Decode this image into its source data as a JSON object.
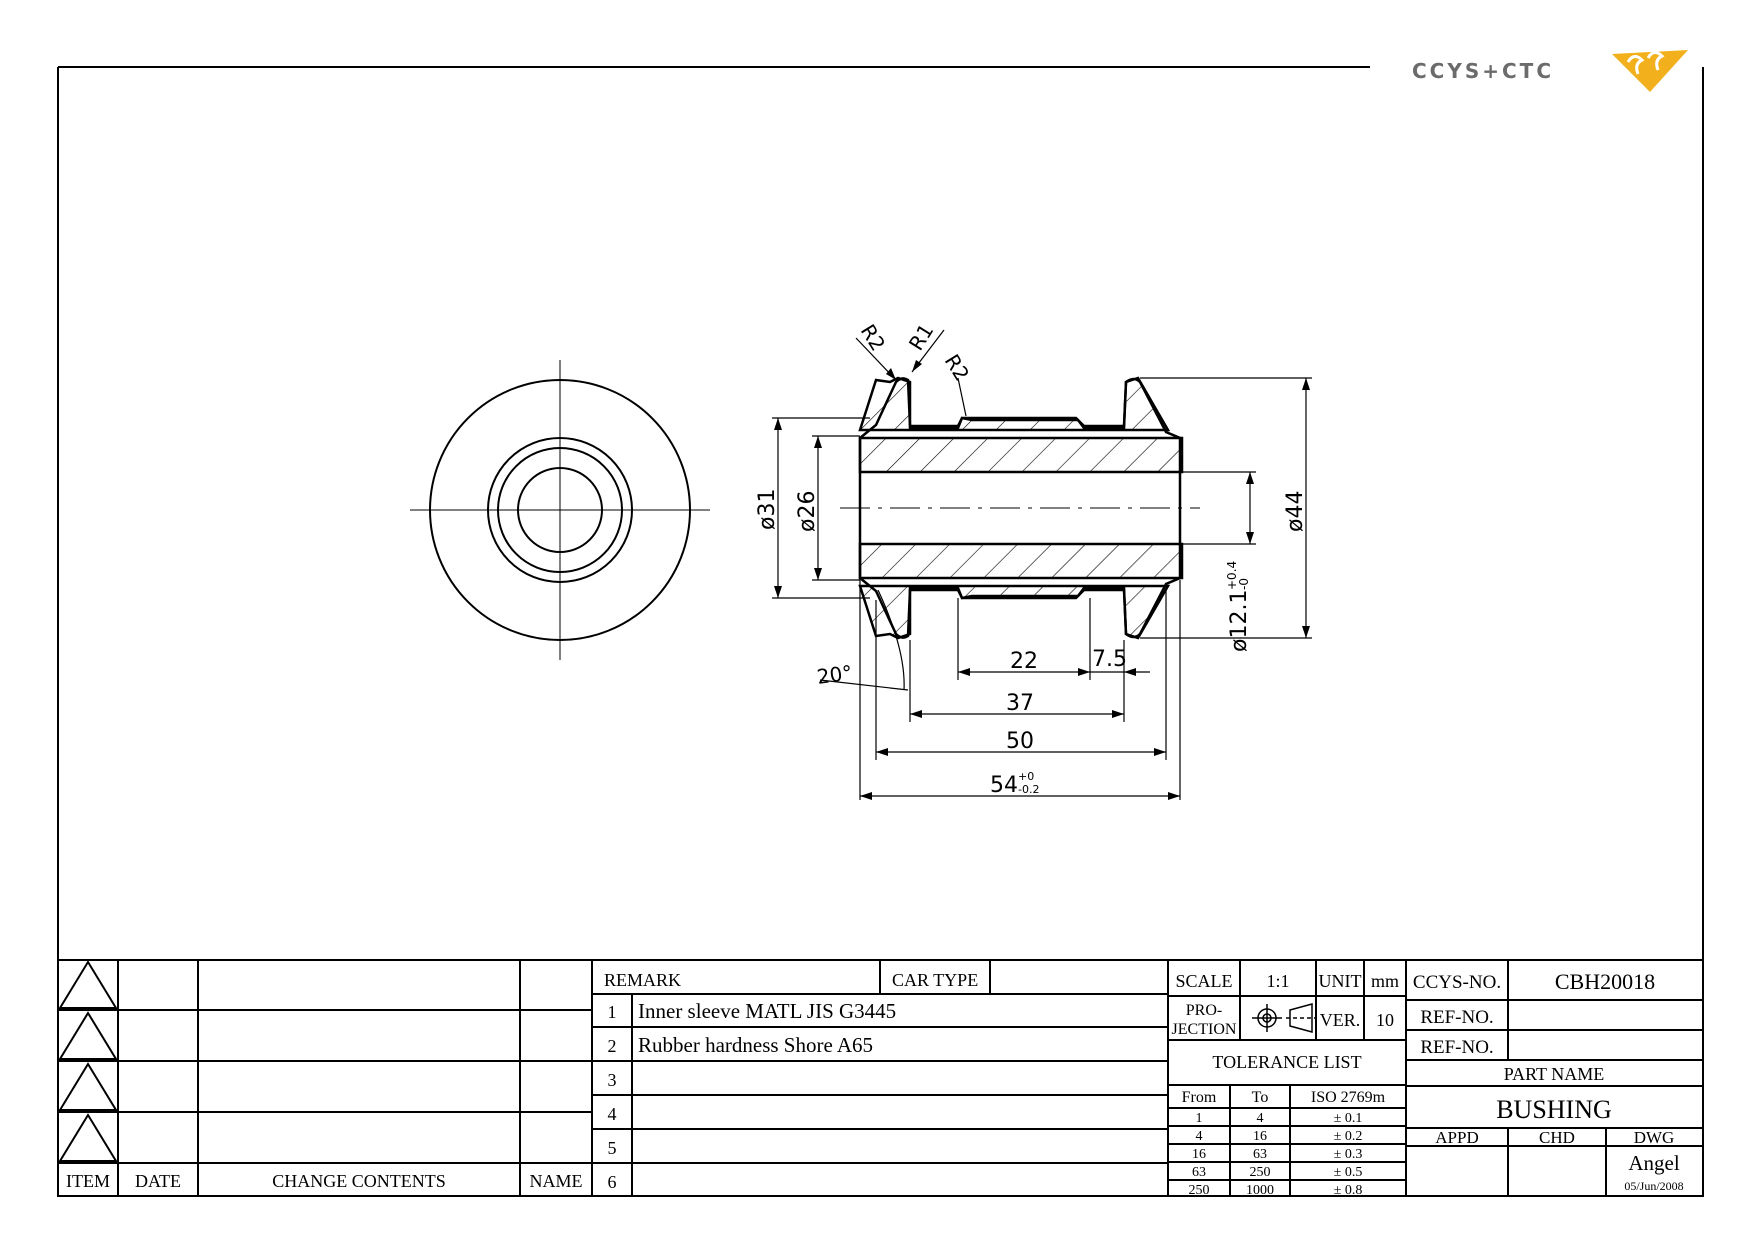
{
  "logo": {
    "text": "CCYS+CTC"
  },
  "dimensions": {
    "r2_top": "R2",
    "r1": "R1",
    "r2_mid": "R2",
    "d31": "ø31",
    "d26": "ø26",
    "d44": "ø44",
    "d12": "ø12.1",
    "d12_tol_plus": "+0.4",
    "d12_tol_minus": "-0",
    "angle": "20°",
    "len22": "22",
    "len7_5": "7.5",
    "len37": "37",
    "len50": "50",
    "len54": "54",
    "len54_tol_plus": "+0",
    "len54_tol_minus": "-0.2"
  },
  "revision": {
    "headers": {
      "item": "ITEM",
      "date": "DATE",
      "change_contents": "CHANGE CONTENTS",
      "name": "NAME"
    }
  },
  "remarks": {
    "header": "REMARK",
    "car_type_label": "CAR TYPE",
    "car_type_value": "",
    "rows": [
      {
        "num": "1",
        "text": "Inner sleeve MATL JIS G3445"
      },
      {
        "num": "2",
        "text": "Rubber hardness Shore A65"
      },
      {
        "num": "3",
        "text": ""
      },
      {
        "num": "4",
        "text": ""
      },
      {
        "num": "5",
        "text": ""
      },
      {
        "num": "6",
        "text": ""
      }
    ]
  },
  "title_block": {
    "scale_label": "SCALE",
    "scale_value": "1:1",
    "unit_label": "UNIT",
    "unit_value": "mm",
    "projection_label_1": "PRO-",
    "projection_label_2": "JECTION",
    "ver_label": "VER.",
    "ver_value": "10",
    "tolerance_title": "TOLERANCE LIST",
    "tolerance_headers": {
      "from": "From",
      "to": "To",
      "std": "ISO 2769m"
    },
    "tolerance_rows": [
      {
        "from": "1",
        "to": "4",
        "tol": "± 0.1"
      },
      {
        "from": "4",
        "to": "16",
        "tol": "± 0.2"
      },
      {
        "from": "16",
        "to": "63",
        "tol": "± 0.3"
      },
      {
        "from": "63",
        "to": "250",
        "tol": "± 0.5"
      },
      {
        "from": "250",
        "to": "1000",
        "tol": "± 0.8"
      }
    ],
    "ccys_no_label": "CCYS-NO.",
    "ccys_no_value": "CBH20018",
    "ref_no_label_1": "REF-NO.",
    "ref_no_label_2": "REF-NO.",
    "part_name_label": "PART NAME",
    "part_name_value": "BUSHING",
    "appd_label": "APPD",
    "chd_label": "CHD",
    "dwg_label": "DWG",
    "drawer": "Angel",
    "date": "05/Jun/2008"
  }
}
